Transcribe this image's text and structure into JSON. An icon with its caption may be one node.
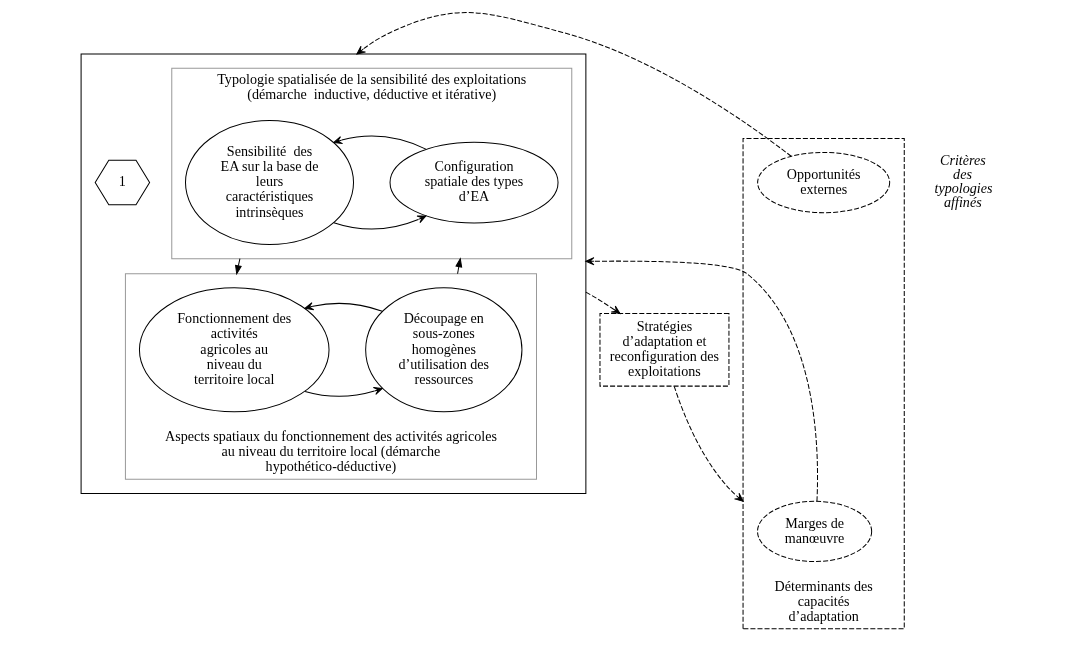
{
  "diagram": {
    "nodes": [
      {
        "text": [],
        "shape": "box"
      },
      {
        "text": [
          "Typologie spatialisée de la sensibilité des exploitations (démarche  inductive, déductive et itérative)"
        ],
        "in": 0
      },
      {
        "text": [
          "Sensibilité  des EA sur la base de leurs caractéristiques intrinsèques"
        ],
        "in": 1
      },
      {
        "text": [
          "Configuration spatiale des types d’EA"
        ],
        "in": 1
      },
      {
        "text": [
          "1"
        ],
        "in": 0
      },
      {
        "text": [
          "Aspects spatiaux du fonctionnement des activités agricoles au niveau du territoire local (démarche hypothético-déductive)"
        ],
        "in": 0
      },
      {
        "text": [
          "Fonctionnement des activités agricoles au niveau du territoire local"
        ],
        "in": 5
      },
      {
        "text": [
          "Découpage en sous-zones homogènes d’utilisation des ressources"
        ],
        "in": 5
      },
      {
        "text": [
          "Stratégies d’adaptation et reconfiguration des exploitations"
        ]
      },
      {
        "text": [
          "Déterminants des capacités d’adaptation"
        ]
      },
      {
        "text": [
          "Marges de manœuvre"
        ],
        "in": 9
      },
      {
        "text": [
          "Opportunités externes"
        ],
        "in": 9
      }
    ],
    "edges": [
      {
        "from": 2,
        "to": 3,
        "arrow": "to"
      },
      {
        "from": 3,
        "to": 2,
        "arrow": "to"
      },
      {
        "from": 5,
        "to": 1,
        "arrow": "to"
      },
      {
        "from": 1,
        "to": 5,
        "arrow": "to"
      },
      {
        "from": 6,
        "to": 7,
        "arrow": "to"
      },
      {
        "from": 7,
        "to": 6,
        "arrow": "to"
      },
      {
        "from": 0,
        "to": 8,
        "arrow": "to",
        "style": "dashed"
      },
      {
        "from": 8,
        "to": 9,
        "arrow": "to",
        "style": "dashed"
      },
      {
        "from": 10,
        "to": 0,
        "arrow": "to",
        "style": "dashed"
      },
      {
        "from": 11,
        "to": 0,
        "arrow": "to",
        "style": "dashed"
      }
    ],
    "labels": [
      "Critères des typologies affinés"
    ]
  }
}
